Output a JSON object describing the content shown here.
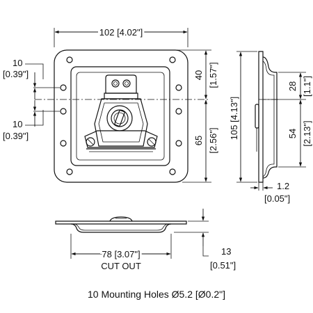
{
  "front_view": {
    "width_label": "102 [4.02\"]",
    "left_top_mm": "10",
    "left_top_in": "[0.39\"]",
    "left_bottom_mm": "10",
    "left_bottom_in": "[0.39\"]",
    "right_upper_mm": "40",
    "right_upper_in": "[1.57\"]",
    "right_lower_mm": "65",
    "right_lower_in": "[2.56\"]"
  },
  "side_view": {
    "upper_mm": "28",
    "upper_in": "[1.1\"]",
    "lower_mm": "54",
    "lower_in": "[2.13\"]",
    "total_label": "105 [4.13\"]",
    "thickness_mm": "1.2",
    "thickness_in": "[0.05\"]"
  },
  "bottom_view": {
    "cutout_label": "78 [3.07\"]",
    "cutout_caption": "CUT OUT",
    "depth_mm": "13",
    "depth_in": "[0.51\"]"
  },
  "footer": {
    "note": "10 Mounting Holes Ø5.2 [Ø0.2\"]"
  }
}
